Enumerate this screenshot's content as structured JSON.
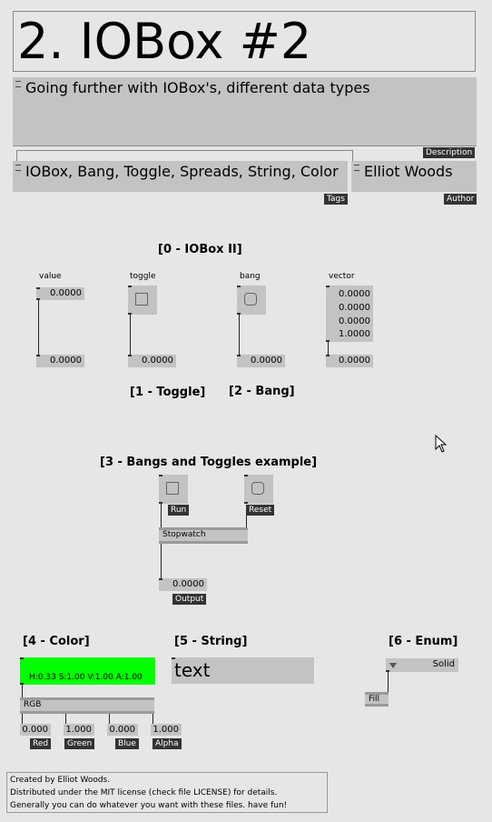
{
  "title": "2. IOBox #2",
  "description": {
    "text": "Going further with IOBox's, different data types",
    "tag": "Description"
  },
  "tags": {
    "text": "IOBox, Bang, Toggle, Spreads, String, Color",
    "tag": "Tags"
  },
  "author": {
    "text": "Elliot Woods",
    "tag": "Author"
  },
  "section0": {
    "heading": "[0 - IOBox  II]",
    "value_label": "value",
    "value_top": "0.0000",
    "value_bottom": "0.0000",
    "toggle_label": "toggle",
    "toggle_bottom": "0.0000",
    "bang_label": "bang",
    "bang_bottom": "0.0000",
    "vector_label": "vector",
    "vector_values": [
      "0.0000",
      "0.0000",
      "0.0000",
      "1.0000"
    ],
    "vector_bottom": "0.0000"
  },
  "section1": {
    "heading": "[1 - Toggle]"
  },
  "section2": {
    "heading": "[2 - Bang]"
  },
  "section3": {
    "heading": "[3 - Bangs and Toggles example]",
    "run_tag": "Run",
    "reset_tag": "Reset",
    "node_label": "Stopwatch",
    "output_value": "0.0000",
    "output_tag": "Output"
  },
  "section4": {
    "heading": "[4 - Color]",
    "color_value": "#00ff00",
    "color_text": "H:0.33  S:1.00  V:1.00  A:1.00",
    "node_label": "RGB",
    "outputs": [
      {
        "value": "0.000",
        "tag": "Red"
      },
      {
        "value": "1.000",
        "tag": "Green"
      },
      {
        "value": "0.000",
        "tag": "Blue"
      },
      {
        "value": "1.000",
        "tag": "Alpha"
      }
    ]
  },
  "section5": {
    "heading": "[5 - String]",
    "string_value": "text"
  },
  "section6": {
    "heading": "[6 - Enum]",
    "enum_value": "Solid",
    "node_label": "Fill"
  },
  "footer": {
    "line1": "Created by Elliot Woods.",
    "line2": "Distributed under the MIT license (check file LICENSE) for details.",
    "line3": "Generally you can do whatever you want with these files. have fun!"
  }
}
